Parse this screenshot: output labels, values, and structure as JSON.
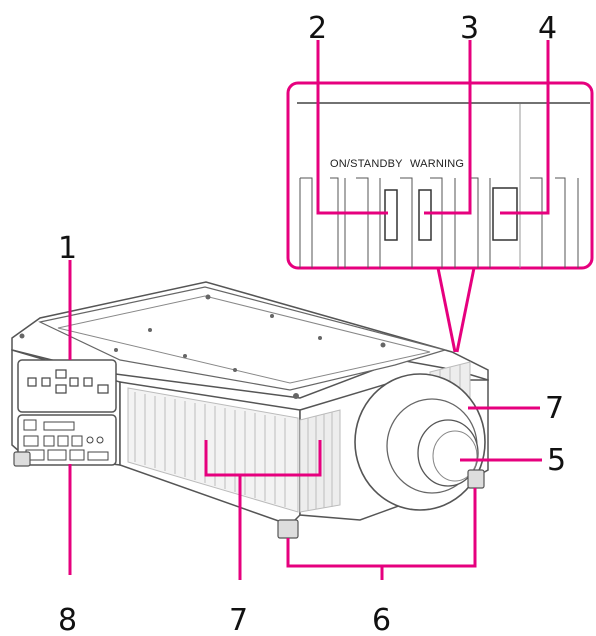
{
  "callouts": {
    "n1": "1",
    "n2": "2",
    "n3": "3",
    "n4": "4",
    "n5": "5",
    "n6": "6",
    "n7a": "7",
    "n7b": "7",
    "n8": "8"
  },
  "inset": {
    "on_standby": "ON/STANDBY",
    "warning": "WARNING"
  },
  "colors": {
    "callout_line": "#e6007e",
    "outline": "#555555"
  }
}
